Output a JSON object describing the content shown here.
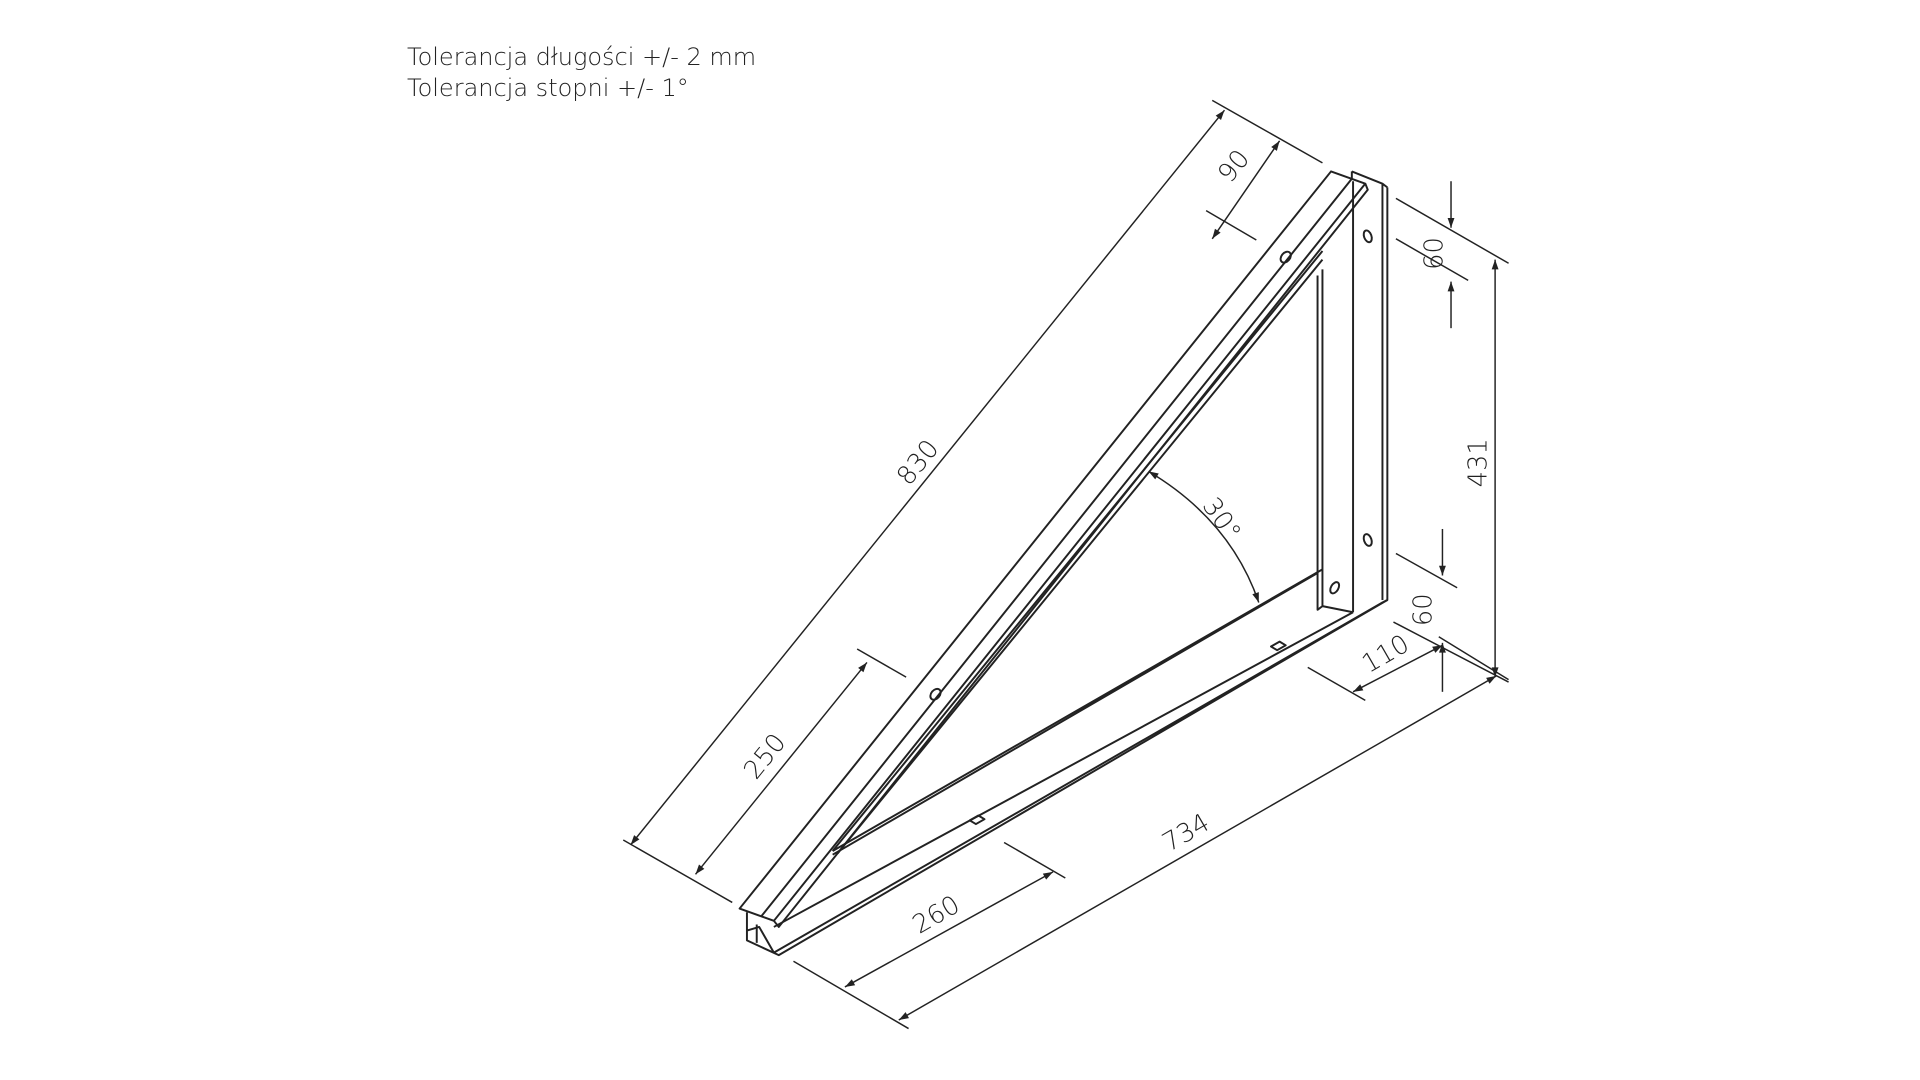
{
  "notes": {
    "length_tolerance": "Tolerancja długości +/- 2 mm",
    "angle_tolerance": "Tolerancja stopni +/- 1°"
  },
  "dimensions": {
    "diagonal_length": "830",
    "diagonal_top_offset": "90",
    "diagonal_hole_offset": "250",
    "base_length": "734",
    "base_hole_offset": "260",
    "depth": "110",
    "height": "431",
    "top_hole_offset": "60",
    "bottom_hole_offset": "60",
    "angle": "30°"
  }
}
